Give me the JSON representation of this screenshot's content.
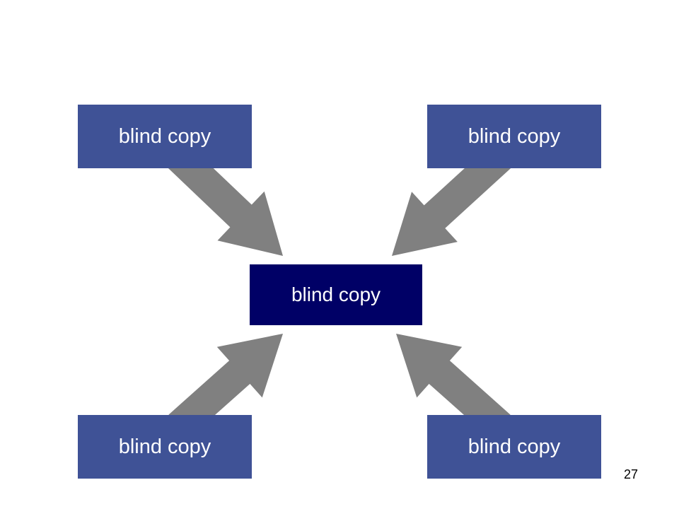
{
  "colors": {
    "outer_box": "#3f5296",
    "center_box": "#000066",
    "arrow": "#808080",
    "text": "#ffffff"
  },
  "diagram": {
    "center": {
      "label": "blind copy"
    },
    "nodes": [
      {
        "id": "top-left",
        "label": "blind copy"
      },
      {
        "id": "top-right",
        "label": "blind copy"
      },
      {
        "id": "bottom-left",
        "label": "blind copy"
      },
      {
        "id": "bottom-right",
        "label": "blind copy"
      }
    ],
    "edges": [
      {
        "from": "top-left",
        "to": "center"
      },
      {
        "from": "top-right",
        "to": "center"
      },
      {
        "from": "bottom-left",
        "to": "center"
      },
      {
        "from": "bottom-right",
        "to": "center"
      }
    ]
  },
  "footer": {
    "page_number": "27"
  }
}
